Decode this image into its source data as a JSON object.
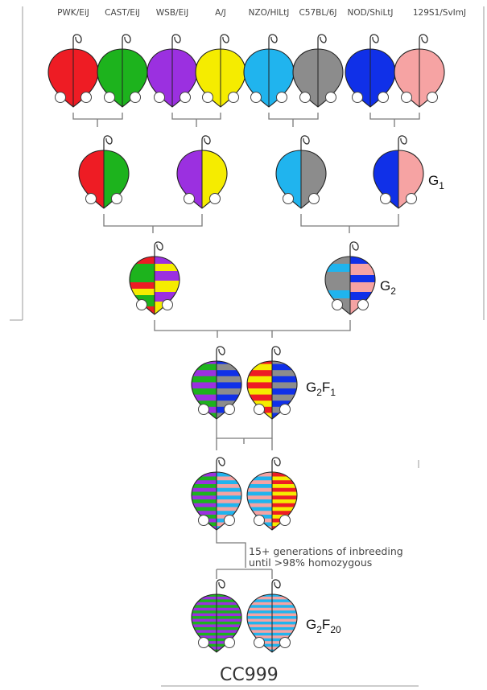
{
  "strains": [
    {
      "name": "PWK/EiJ",
      "color": "#ee1c24"
    },
    {
      "name": "CAST/EiJ",
      "color": "#1db31d"
    },
    {
      "name": "WSB/EiJ",
      "color": "#9b30e0"
    },
    {
      "name": "A/J",
      "color": "#f5ec00"
    },
    {
      "name": "NZO/HlLtJ",
      "color": "#20b4ee"
    },
    {
      "name": "C57BL/6J",
      "color": "#8c8c8c"
    },
    {
      "name": "NOD/ShiLtJ",
      "color": "#1030e8"
    },
    {
      "name": "129S1/SvImJ",
      "color": "#f6a3a3"
    }
  ],
  "generations": {
    "g1": {
      "base": "G",
      "sub": "1"
    },
    "g2": {
      "base": "G",
      "sub": "2"
    },
    "g2f1": {
      "base1": "G",
      "sub1": "2",
      "base2": "F",
      "sub2": "1"
    },
    "g2f20": {
      "base1": "G",
      "sub1": "2",
      "base2": "F",
      "sub2": "20"
    }
  },
  "inbreeding_note": {
    "line1": "15+ generations of inbreeding",
    "line2": "until >98% homozygous"
  },
  "final_label": "CC999",
  "palette": [
    "#ee1c24",
    "#1db31d",
    "#9b30e0",
    "#f5ec00",
    "#20b4ee",
    "#8c8c8c",
    "#1030e8",
    "#f6a3a3"
  ]
}
